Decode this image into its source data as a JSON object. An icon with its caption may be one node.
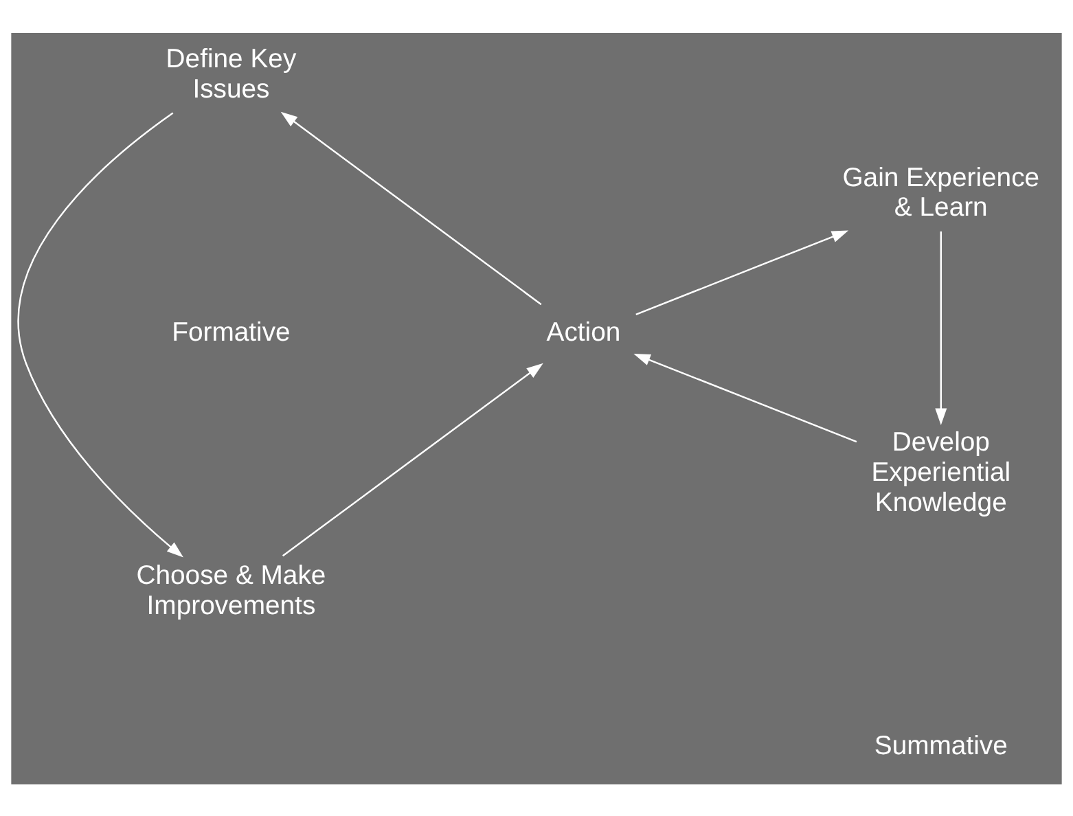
{
  "diagram": {
    "nodes": [
      {
        "text": [
          "Choose & Make Improvements"
        ]
      },
      {
        "text": [
          "Action"
        ]
      },
      {
        "text": [
          "Gain Experience & Learn"
        ]
      },
      {
        "text": [
          "Define Key Issues"
        ]
      },
      {
        "text": [
          "Develop Experiential Knowledge"
        ]
      }
    ],
    "edges": [
      {
        "from": 0,
        "to": 1,
        "arrow": "to"
      },
      {
        "from": 1,
        "to": 3,
        "arrow": "to"
      },
      {
        "from": 3,
        "to": 0,
        "arrow": "to"
      },
      {
        "from": 1,
        "to": 2,
        "arrow": "to"
      },
      {
        "from": 2,
        "to": 4,
        "arrow": "to"
      },
      {
        "from": 4,
        "to": 1,
        "arrow": "to"
      }
    ],
    "labels": [
      "Formative",
      "Summative"
    ]
  }
}
